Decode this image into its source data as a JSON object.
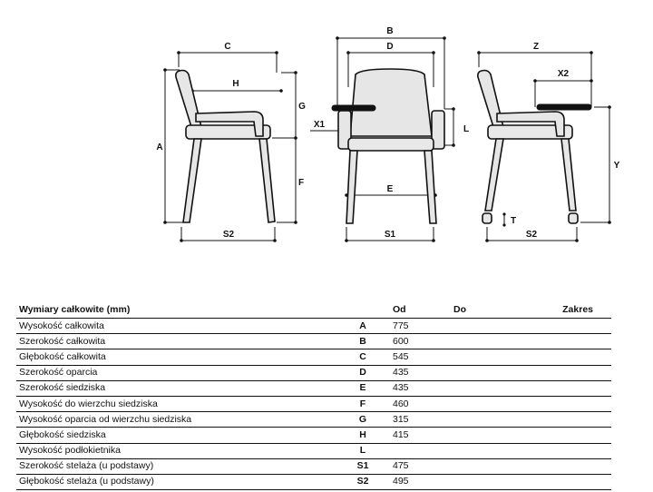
{
  "labels": {
    "a": "A",
    "b": "B",
    "c": "C",
    "d": "D",
    "e": "E",
    "f": "F",
    "g": "G",
    "h": "H",
    "l": "L",
    "t": "T",
    "x1": "X1",
    "x2": "X2",
    "y": "Y",
    "z": "Z",
    "s1": "S1",
    "s2": "S2"
  },
  "table": {
    "title": "Wymiary całkowite (mm)",
    "col_from": "Od",
    "col_to": "Do",
    "col_range": "Zakres",
    "rows": [
      {
        "name": "Wysokość całkowita",
        "symbol": "A",
        "from": "775"
      },
      {
        "name": "Szerokość całkowita",
        "symbol": "B",
        "from": "600"
      },
      {
        "name": "Głębokość całkowita",
        "symbol": "C",
        "from": "545"
      },
      {
        "name": "Szerokość oparcia",
        "symbol": "D",
        "from": "435"
      },
      {
        "name": "Szerokość siedziska",
        "symbol": "E",
        "from": "435"
      },
      {
        "name": "Wysokość do wierzchu siedziska",
        "symbol": "F",
        "from": "460"
      },
      {
        "name": "Wysokość oparcia od wierzchu siedziska",
        "symbol": "G",
        "from": "315"
      },
      {
        "name": "Głębokość siedziska",
        "symbol": "H",
        "from": "415"
      },
      {
        "name": "Wysokość podłokietnika",
        "symbol": "L",
        "from": ""
      },
      {
        "name": "Szerokość stelaża (u podstawy)",
        "symbol": "S1",
        "from": "475"
      },
      {
        "name": "Głębokość stelaża (u podstawy)",
        "symbol": "S2",
        "from": "495"
      }
    ]
  }
}
